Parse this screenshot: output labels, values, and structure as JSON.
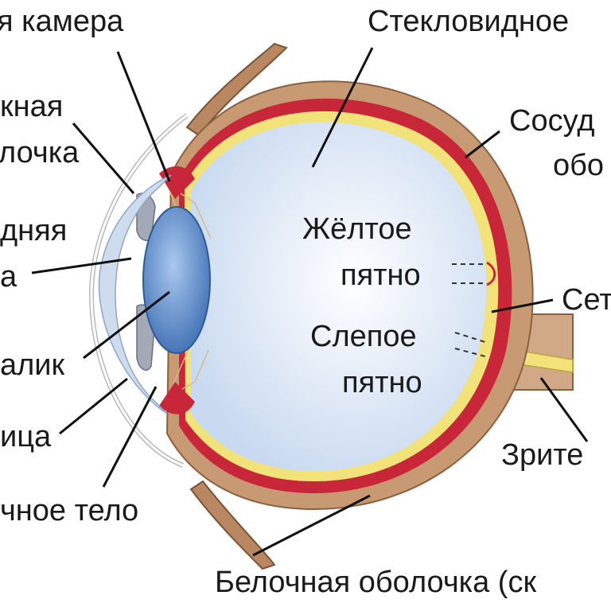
{
  "labels": {
    "anterior_chamber": "я камера",
    "vitreous_top": "Стекловидное",
    "cornea_1": "кная",
    "cornea_2": "лочка",
    "vascular_1": "Сосуд",
    "vascular_2": "обо",
    "posterior_1": "дняя",
    "posterior_2": "а",
    "macula_1": "Жёлтое",
    "macula_2": "пятно",
    "retina": "Сет",
    "lens": "алик",
    "blind_1": "Слепое",
    "blind_2": "пятно",
    "iris": "ица",
    "optic_nerve": "Зрите",
    "ciliary_body": "чное тело",
    "sclera": "Белочная оболочка (ск"
  },
  "colors": {
    "sclera": "#c89a73",
    "sclera_dark": "#a8774f",
    "choroid": "#c8273a",
    "retina": "#f2e27a",
    "vitreous": "#e8f0f8",
    "lens": "#6f9fd8",
    "lens_dark": "#3d6fb0",
    "cornea": "#c8d8ec",
    "line": "#111111"
  }
}
